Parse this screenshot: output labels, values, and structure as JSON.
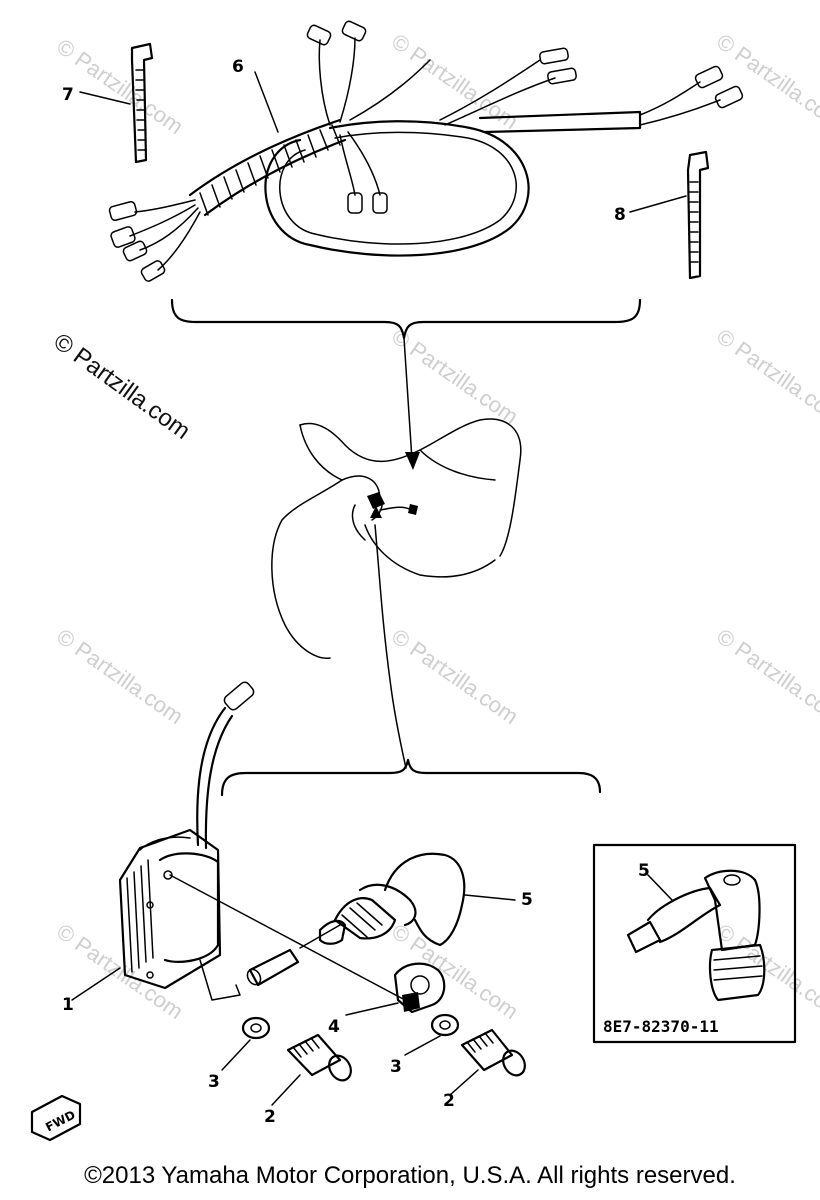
{
  "callouts": {
    "c1": "1",
    "c2a": "2",
    "c2b": "2",
    "c3a": "3",
    "c3b": "3",
    "c4": "4",
    "c5": "5",
    "c5_inset": "5",
    "c6": "6",
    "c7": "7",
    "c8": "8"
  },
  "inset": {
    "part_number": "8E7-82370-11"
  },
  "fwd_label": "FWD",
  "watermarks": {
    "side": "© Partzilla.com",
    "faint": "© Partzilla.com"
  },
  "copyright": "©2013 Yamaha Motor Corporation, U.S.A. All rights reserved."
}
